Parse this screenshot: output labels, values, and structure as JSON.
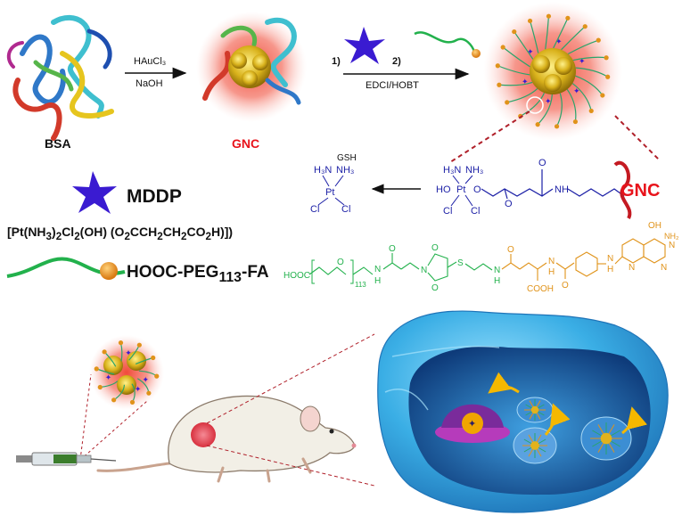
{
  "top_row": {
    "protein_label": "BSA",
    "step1_reagent_top": "HAuCl₃",
    "step1_reagent_bottom": "NaOH",
    "cluster_label": "GNC",
    "step2_marker1": "1)",
    "step2_marker2": "2)",
    "step2_reagent": "EDCI/HOBT"
  },
  "prodrug": {
    "gsh_label": "GSH",
    "pt_left": {
      "nh3_a": "H₃N",
      "nh3_b": "NH₃",
      "pt": "Pt",
      "cl_a": "Cl",
      "cl_b": "Cl"
    },
    "pt_right": {
      "nh3_a": "H₃N",
      "nh3_b": "NH₃",
      "ho": "HO",
      "pt": "Pt",
      "cl_a": "Cl",
      "cl_b": "Cl",
      "o_link": "O",
      "o_carbonyl1": "O",
      "o_carbonyl2": "O",
      "nh": "NH"
    },
    "gnc_tag": "GNC"
  },
  "legend": {
    "mddp_name": "MDDP",
    "mddp_formula_html": "[Pt(NH<sub>3</sub>)<sub>2</sub>Cl<sub>2</sub>(OH) (O<sub>2</sub>CCH<sub>2</sub>CH<sub>2</sub>CO<sub>2</sub>H)])",
    "peg_name_html": "HOOC-PEG<sub>113</sub>-FA"
  },
  "peg_structure": {
    "hooc": "HOOC",
    "repeat_o": "O",
    "repeat_n": "113",
    "nh1": "N",
    "h1": "H",
    "o1": "O",
    "o_mal_top": "O",
    "o_mal_bot": "O",
    "n_mal": "N",
    "s": "S",
    "nh2": "N",
    "h2": "H",
    "o2": "O",
    "o3": "O",
    "n3": "N",
    "h3": "H",
    "cooh": "COOH",
    "nh4": "N",
    "h4": "H",
    "oh": "OH",
    "n_ring1": "N",
    "n_ring2": "N",
    "n_ring3": "N",
    "nh2_end": "NH₂"
  },
  "colors": {
    "gnc_red": "#e8131b",
    "pt_blue": "#1b1fa6",
    "mddp_purple": "#3a1bd1",
    "peg_green": "#22b14c",
    "fa_orange": "#e0931a",
    "cell_blue": "#3aaee5",
    "cell_inner": "#0e3b7a",
    "halo_red": "#f05a4a"
  },
  "icons": [
    "protein-ribbon-icon",
    "gold-nanocluster-icon",
    "star-drug-icon",
    "peg-chain-icon",
    "mouse-illustration",
    "syringe-icon",
    "cancer-cell-illustration",
    "nucleus-icon"
  ]
}
